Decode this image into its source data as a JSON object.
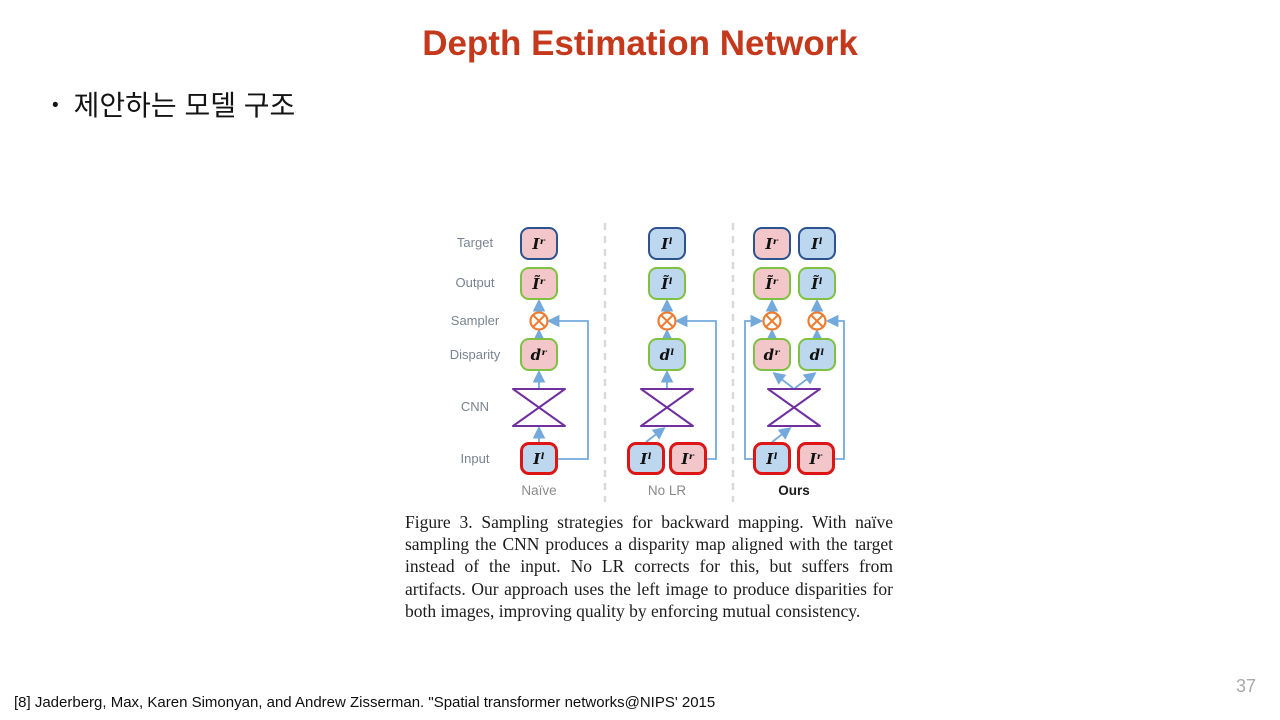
{
  "slide": {
    "title": "Depth Estimation Network",
    "bullet_marker": "•",
    "bullet_text": "제안하는 모델 구조",
    "citation": "[8] Jaderberg, Max, Karen Simonyan, and Andrew Zisserman. \"Spatial transformer networks@NIPS' 2015",
    "page_number": "37"
  },
  "figure": {
    "row_labels": {
      "target": "Target",
      "output": "Output",
      "sampler": "Sampler",
      "disparity": "Disparity",
      "cnn": "CNN",
      "input": "Input"
    },
    "columns": [
      {
        "name": "Naïve",
        "target": [
          "Iʳ"
        ],
        "output": [
          "Ĩʳ"
        ],
        "disparity": [
          "dʳ"
        ],
        "input": [
          "Iˡ"
        ]
      },
      {
        "name": "No LR",
        "target": [
          "Iˡ"
        ],
        "output": [
          "Ĩˡ"
        ],
        "disparity": [
          "dˡ"
        ],
        "input": [
          "Iˡ",
          "Iʳ"
        ]
      },
      {
        "name": "Ours",
        "target": [
          "Iʳ",
          "Iˡ"
        ],
        "output": [
          "Ĩʳ",
          "Ĩˡ"
        ],
        "disparity": [
          "dʳ",
          "dˡ"
        ],
        "input": [
          "Iˡ",
          "Iʳ"
        ]
      }
    ],
    "caption": "Figure 3. Sampling strategies for backward mapping.  With naïve sampling the CNN produces a disparity map aligned with the target instead of the input. No LR corrects for this, but suffers from artifacts. Our approach uses the left image to produce disparities for both images, improving quality by enforcing mutual consistency.",
    "colors": {
      "title_red": "#C4381C",
      "pink_fill": "#F3C7C9",
      "blue_fill": "#BDD7EE",
      "navy_border": "#2D5290",
      "green_border": "#7FC241",
      "red_border": "#DE1515",
      "sampler_orange": "#ED7D31",
      "cnn_purple": "#7030A0",
      "arrow_blue": "#74A9DC",
      "separator_gray": "#D9D9D9"
    }
  }
}
